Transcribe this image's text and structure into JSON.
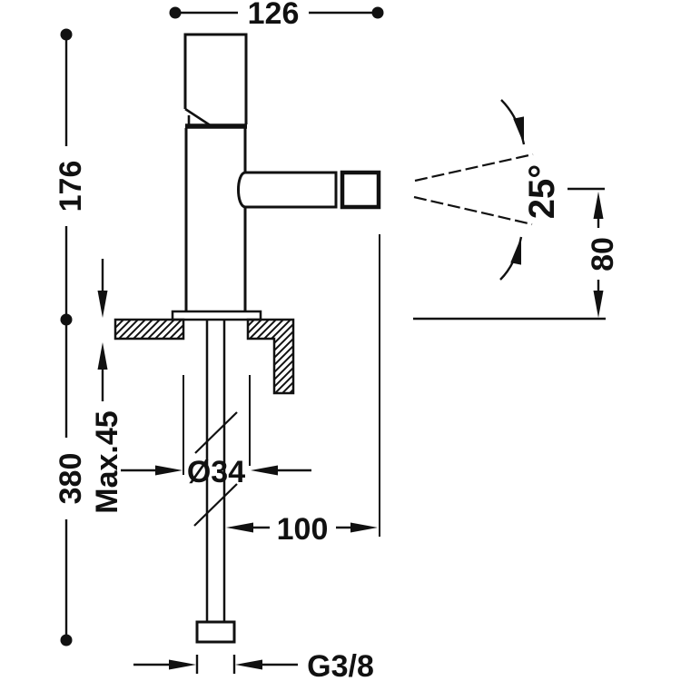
{
  "drawing": {
    "type": "technical-dimension-drawing",
    "subject": "single-lever bidet mixer tap, side elevation with mounting cross-section",
    "colors": {
      "ink": "#111111",
      "background": "#ffffff"
    },
    "labels": {
      "overall_depth": "126",
      "body_height": "176",
      "hose_length": "380",
      "max_mount_thickness": "Max.45",
      "hole_diameter": "Ø34",
      "spout_reach": "100",
      "spout_height": "80",
      "spout_angle": "25°",
      "thread_connection": "G3/8"
    }
  }
}
